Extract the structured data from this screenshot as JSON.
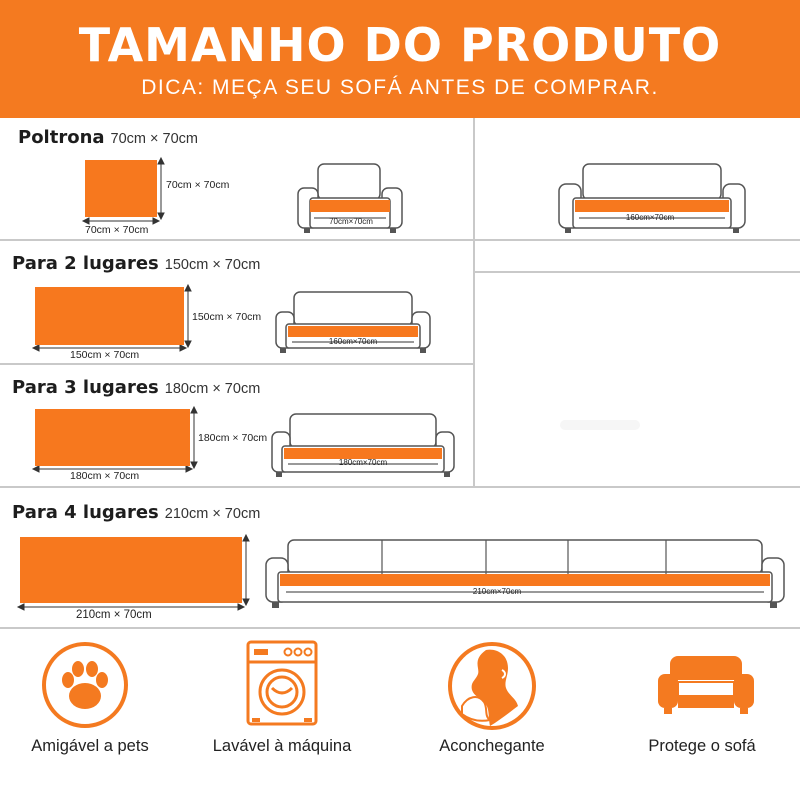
{
  "header": {
    "title": "TAMANHO DO PRODUTO",
    "subtitle": "DICA: MEÇA SEU SOFÁ ANTES DE COMPRAR."
  },
  "sections": [
    {
      "title": "Poltrona",
      "size": "70cm × 70cm",
      "swatch_bottom": "70cm × 70cm",
      "swatch_side": "70cm × 70cm",
      "sofa_label": "70cm×70cm"
    },
    {
      "title": "Para 2 lugares",
      "size": "150cm × 70cm",
      "swatch_bottom": "150cm × 70cm",
      "swatch_side": "150cm × 70cm",
      "sofa_label": "160cm×70cm"
    },
    {
      "title": "Para 3 lugares",
      "size": "180cm × 70cm",
      "swatch_bottom": "180cm × 70cm",
      "swatch_side": "180cm × 70cm",
      "sofa_label": "180cm×70cm"
    },
    {
      "title": "Para 4 lugares",
      "size": "210cm × 70cm",
      "swatch_bottom": "210cm × 70cm",
      "sofa_label": "210cm×70cm"
    }
  ],
  "extra_sofa_label": "160cm×70cm",
  "features": [
    {
      "label": "Amigável a pets",
      "icon": "paw-icon"
    },
    {
      "label": "Lavável à máquina",
      "icon": "washing-machine-icon"
    },
    {
      "label": "Aconchegante",
      "icon": "cozy-woman-icon"
    },
    {
      "label": "Protege o sofá",
      "icon": "armchair-icon"
    }
  ],
  "colors": {
    "accent": "#f47a20",
    "divider": "#c9c9c9",
    "outline": "#555555"
  }
}
